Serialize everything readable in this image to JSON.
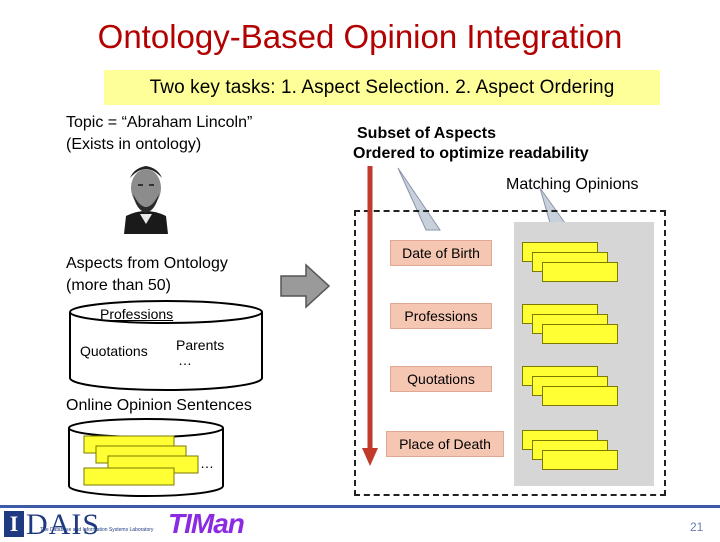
{
  "slide": {
    "title": "Ontology-Based Opinion Integration",
    "tasks": "Two key tasks:  1. Aspect Selection.   2. Aspect Ordering",
    "topic_line1": "Topic = “Abraham Lincoln”",
    "topic_line2": "(Exists in ontology)",
    "aspects_line1": "Aspects from Ontology",
    "aspects_line2": "(more than 50)",
    "left_aspects": [
      "Professions",
      "Quotations",
      "Parents",
      "…"
    ],
    "online_label": "Online Opinion Sentences",
    "online_ellipsis": "…",
    "subset_line1": "Subset of Aspects",
    "subset_line2": "Ordered to optimize readability",
    "matching_label": "Matching Opinions",
    "right_aspects": [
      "Date of Birth",
      "Professions",
      "Quotations",
      "Place of Death"
    ],
    "page_number": "21",
    "logo_i": "I",
    "logo_dais": "DAIS",
    "logo_lab": "The Database and Information Systems Laboratory",
    "logo_timan": "TIMan"
  },
  "colors": {
    "title": "#b30000",
    "highlight": "#ffff99",
    "aspect_fill": "#f5c7b3",
    "opinion_card": "#ffff33",
    "arrow": "#c0392b"
  }
}
